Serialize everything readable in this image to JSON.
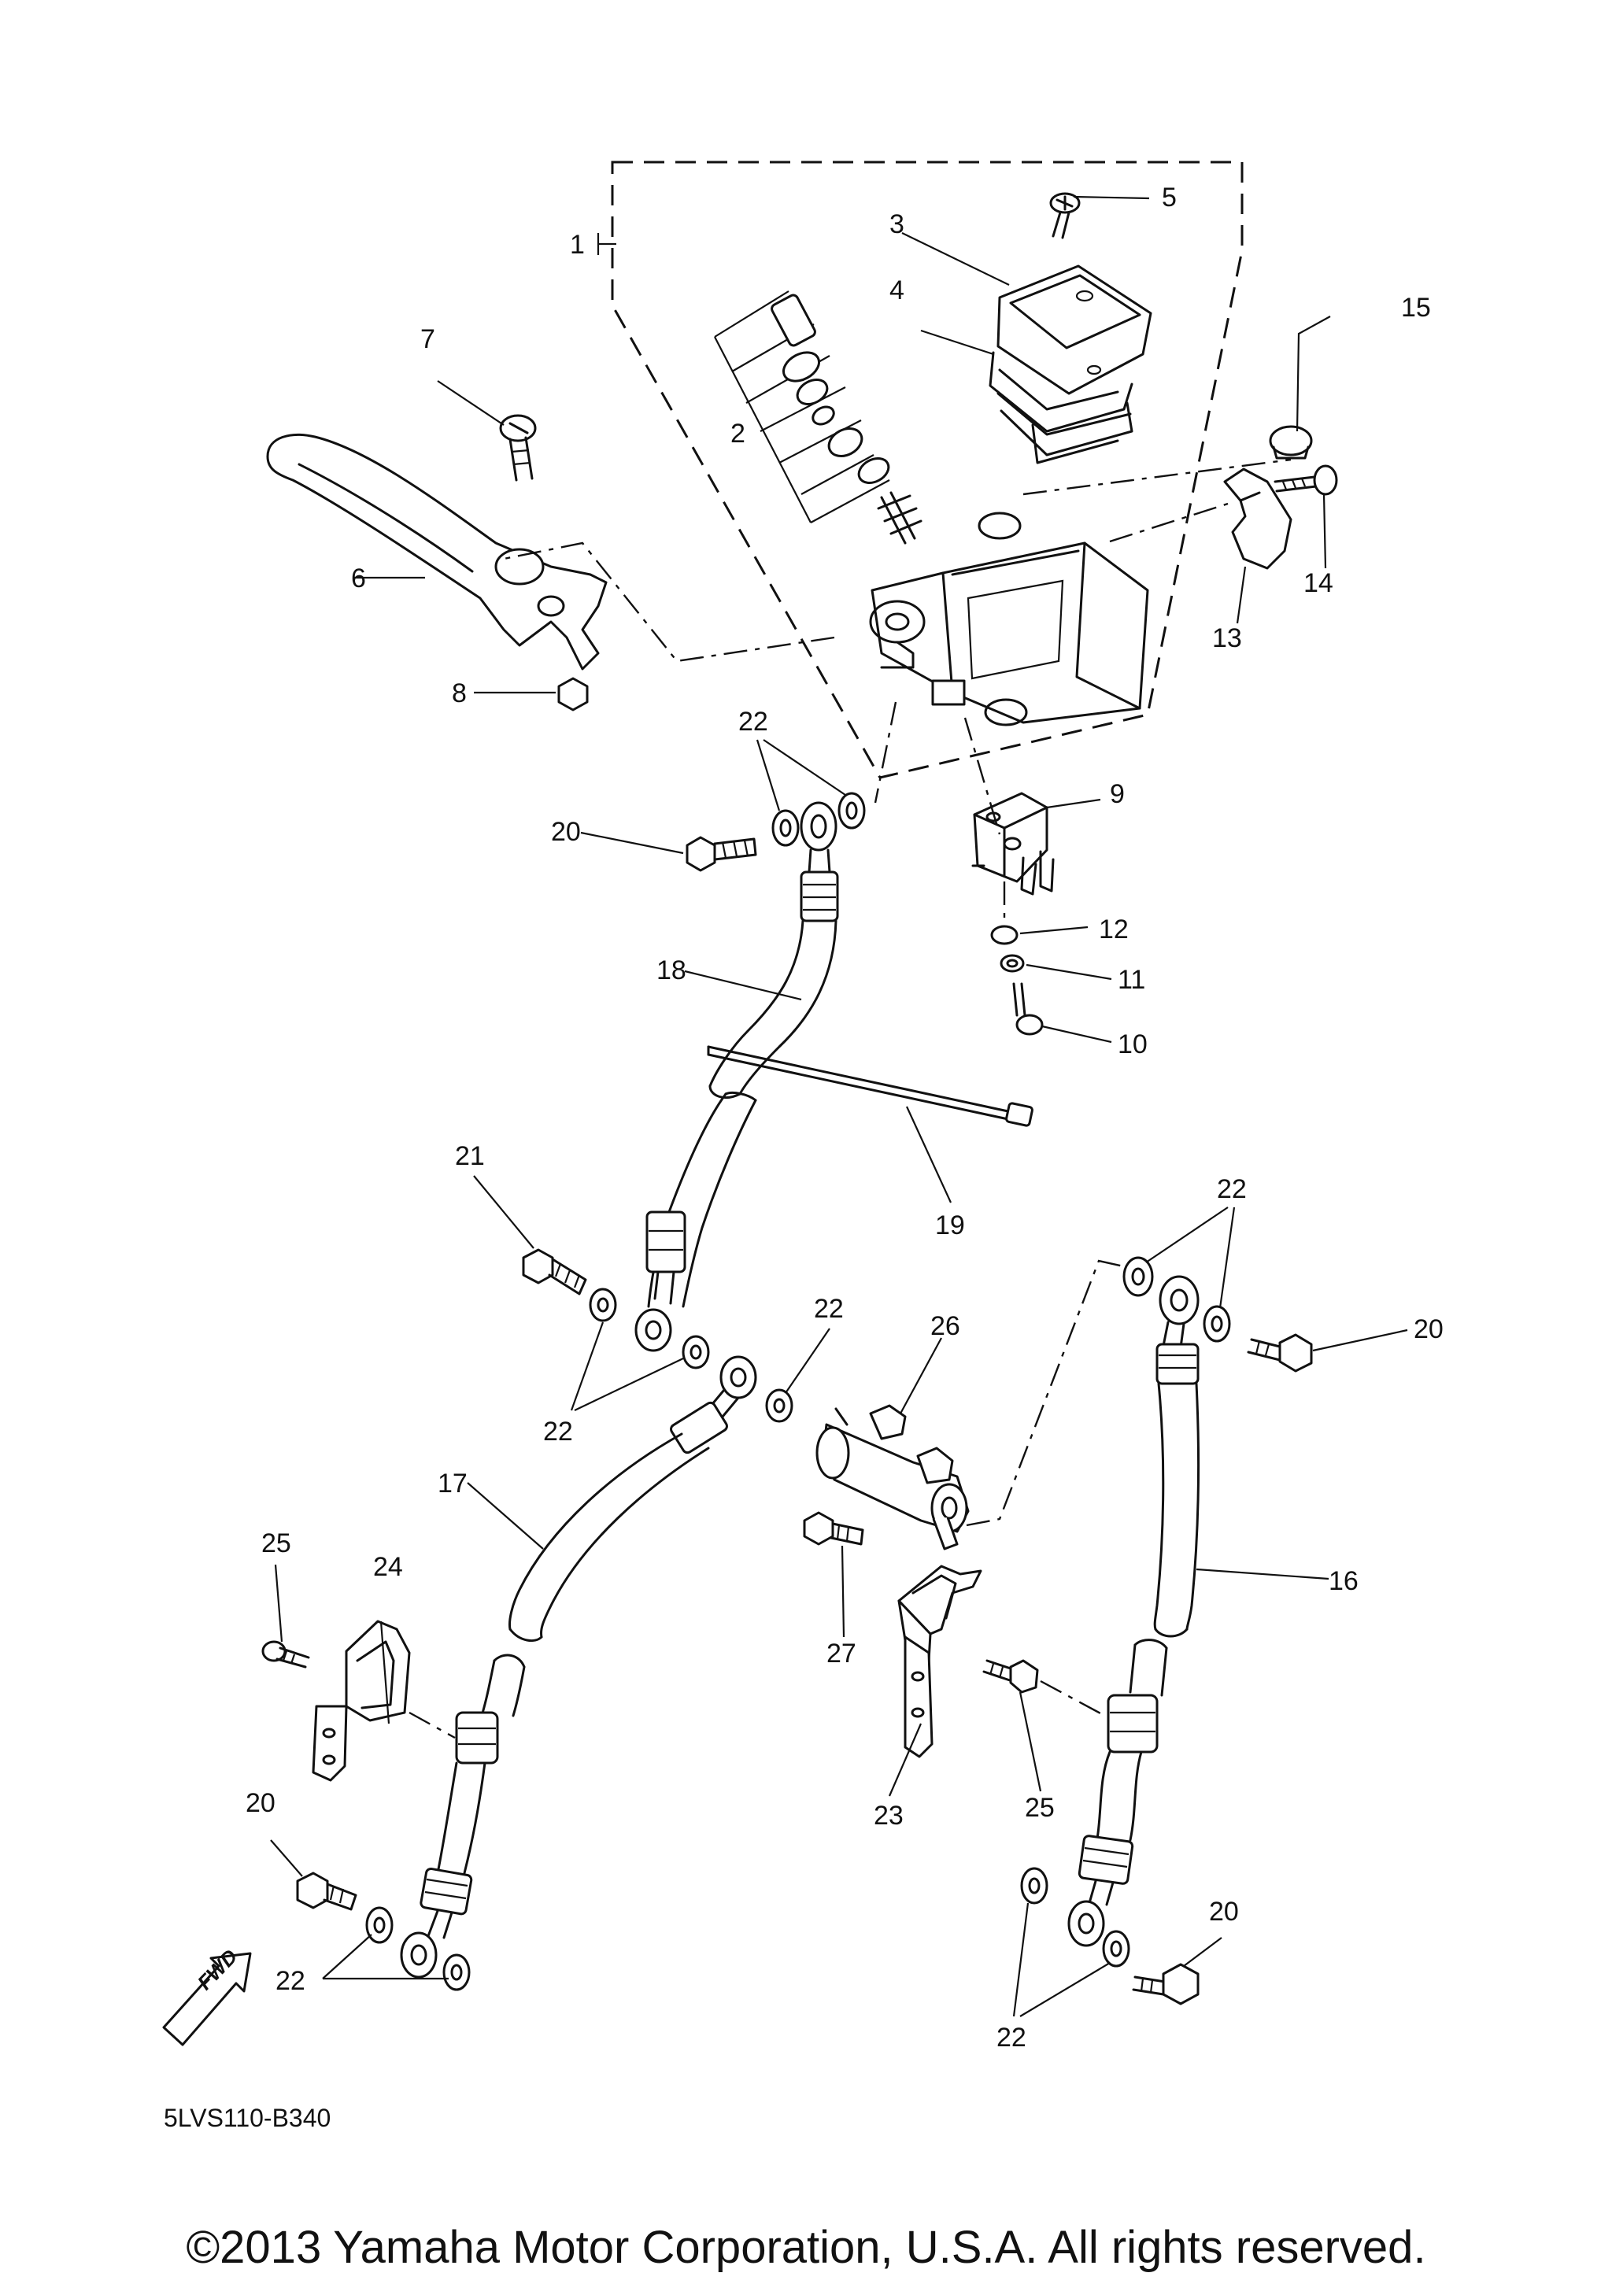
{
  "diagram": {
    "callouts": [
      {
        "n": "1"
      },
      {
        "n": "2"
      },
      {
        "n": "3"
      },
      {
        "n": "4"
      },
      {
        "n": "5"
      },
      {
        "n": "6"
      },
      {
        "n": "7"
      },
      {
        "n": "8"
      },
      {
        "n": "9"
      },
      {
        "n": "10"
      },
      {
        "n": "11"
      },
      {
        "n": "12"
      },
      {
        "n": "13"
      },
      {
        "n": "14"
      },
      {
        "n": "15"
      },
      {
        "n": "16"
      },
      {
        "n": "17"
      },
      {
        "n": "18"
      },
      {
        "n": "19"
      },
      {
        "n": "20"
      },
      {
        "n": "20"
      },
      {
        "n": "20"
      },
      {
        "n": "20"
      },
      {
        "n": "21"
      },
      {
        "n": "22"
      },
      {
        "n": "22"
      },
      {
        "n": "22"
      },
      {
        "n": "22"
      },
      {
        "n": "22"
      },
      {
        "n": "22"
      },
      {
        "n": "23"
      },
      {
        "n": "24"
      },
      {
        "n": "25"
      },
      {
        "n": "25"
      },
      {
        "n": "26"
      },
      {
        "n": "27"
      }
    ],
    "fwd_label": "FWD",
    "drawing_code": "5LVS110-B340"
  },
  "footer": {
    "copyright": "©2013 Yamaha Motor Corporation, U.S.A. All rights reserved."
  }
}
